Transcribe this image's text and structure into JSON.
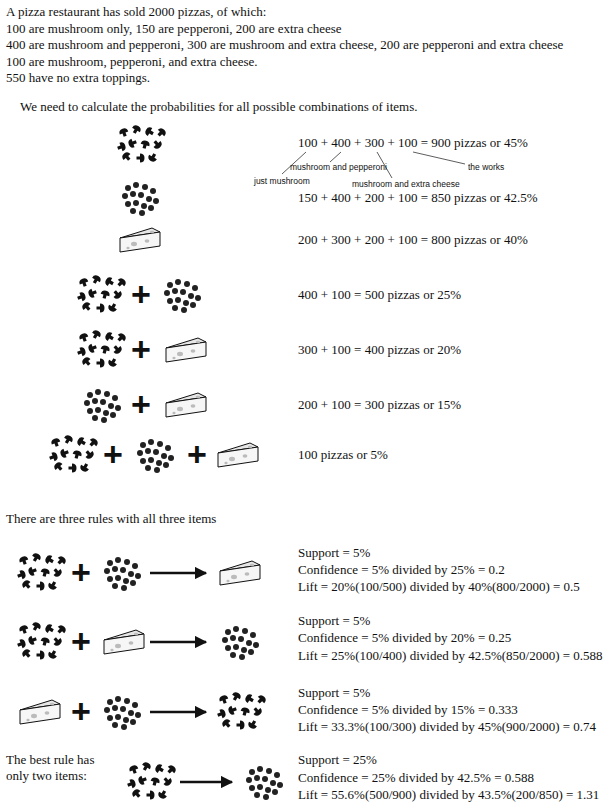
{
  "diagram": {
    "labels": [
      "A pizza restaurant has sold 2000 pizzas, of which:",
      "100 are mushroom only, 150 are pepperoni, 200 are extra cheese",
      "400 are mushroom and pepperoni, 300 are mushroom and extra cheese, 200 are pepperoni and extra cheese",
      "100 are mushroom, pepperoni, and extra cheese.",
      "550 have no extra toppings.",
      "We need to calculate the probabilities for all possible combinations of items.",
      "100 + 400 + 300 + 100 = 900 pizzas or 45%",
      "just mushroom",
      "mushroom and pepperoni",
      "mushroom and extra cheese",
      "the works",
      "150 + 400 + 200 + 100 = 850 pizzas or 42.5%",
      "200 + 300 + 200 + 100 = 800 pizzas or 40%",
      "+",
      "400 + 100 = 500 pizzas or 25%",
      "+",
      "300 + 100 = 400 pizzas or 20%",
      "+",
      "200 + 100 = 300 pizzas or 15%",
      "+",
      "+",
      "100 pizzas or 5%",
      "There are three rules with all three items",
      "+",
      "Support = 5%",
      "Confidence = 5% divided by 25% = 0.2",
      "Lift = 20%(100/500) divided by 40%(800/2000) = 0.5",
      "+",
      "Support = 5%",
      "Confidence = 5% divided by 20% = 0.25",
      "Lift = 25%(100/400) divided by 42.5%(850/2000) = 0.588",
      "+",
      "Support = 5%",
      "Confidence = 5% divided by 15% = 0.333",
      "Lift = 33.3%(100/300) divided by 45%(900/2000) = 0.74",
      "The best rule has only two items:",
      "Support = 25%",
      "Confidence = 25% divided by 42.5% = 0.588",
      "Lift = 55.6%(500/900) divided by 43.5%(200/850) = 1.31"
    ]
  }
}
